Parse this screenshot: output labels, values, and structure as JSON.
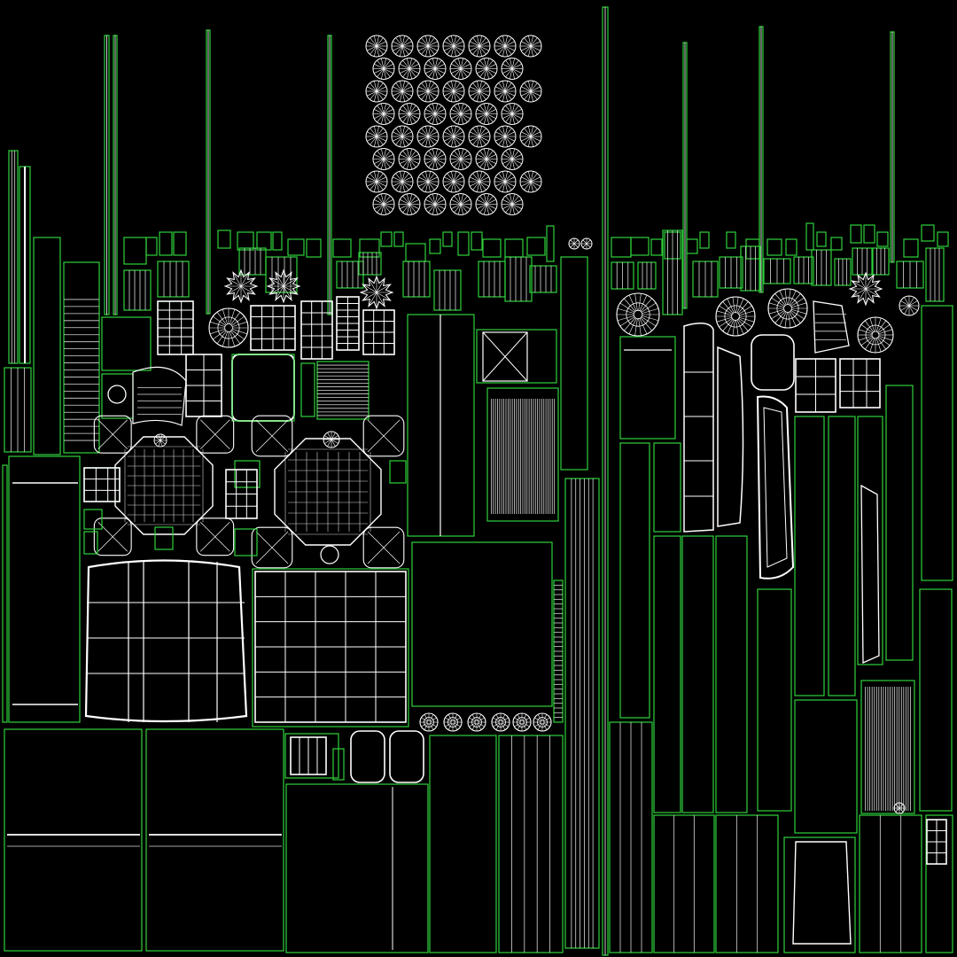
{
  "uv_layout": {
    "colors": {
      "background": "#000000",
      "island_outline": "#2fd13b",
      "wireframe": "#ffffff",
      "dense_wireframe": "#d8d8d8"
    },
    "grid_motifs": [
      "circle-spoke",
      "radial-burst",
      "star-burst",
      "cross-box",
      "grid-panel",
      "stripe-panel"
    ]
  }
}
